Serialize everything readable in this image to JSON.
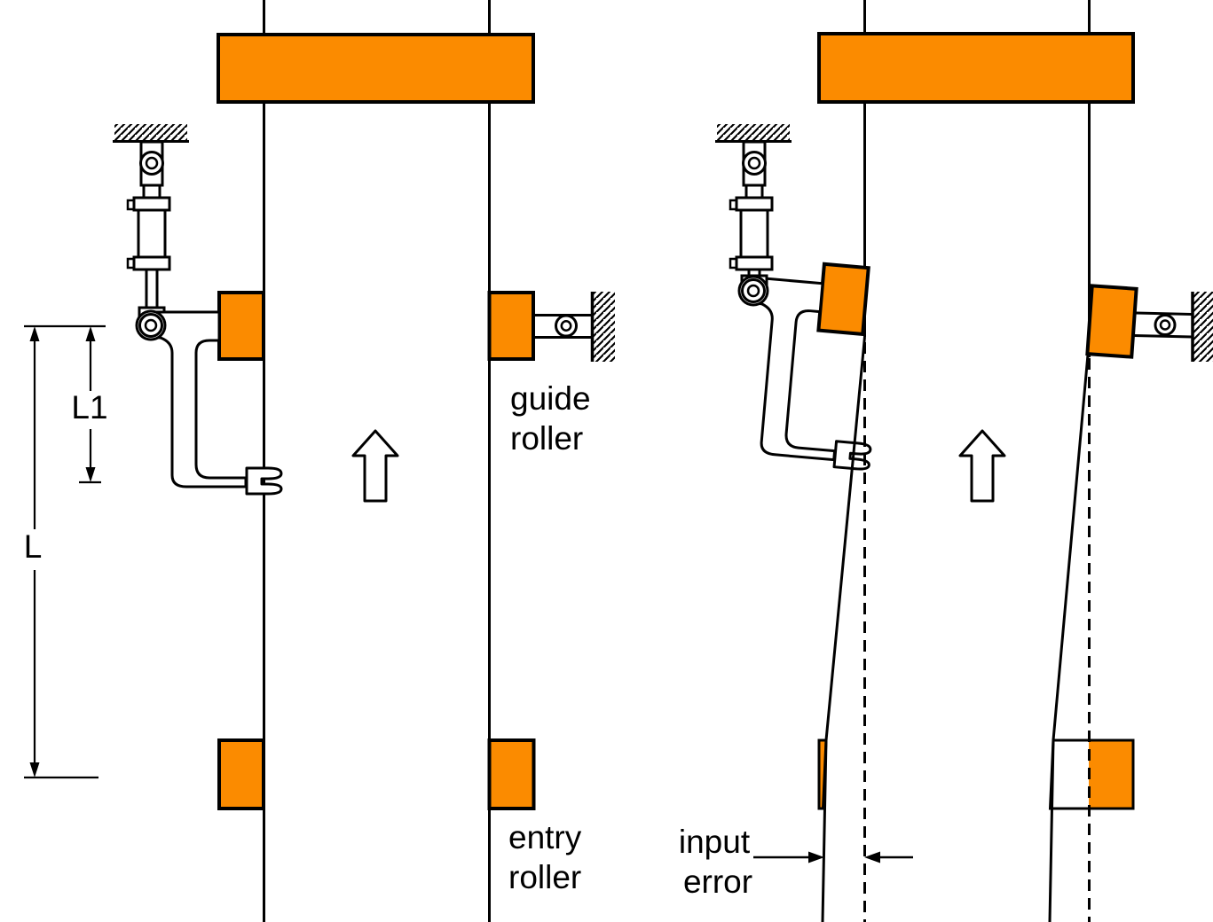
{
  "colors": {
    "roller_orange": "#FB8B00",
    "line": "#000000",
    "background": "#FFFFFF"
  },
  "labels": {
    "guide_roller": [
      "guide",
      "roller"
    ],
    "entry_roller": [
      "entry",
      "roller"
    ],
    "input_error": [
      "input",
      "error"
    ],
    "dimension_sensor_distance": "L1",
    "dimension_entry_distance": "L"
  }
}
